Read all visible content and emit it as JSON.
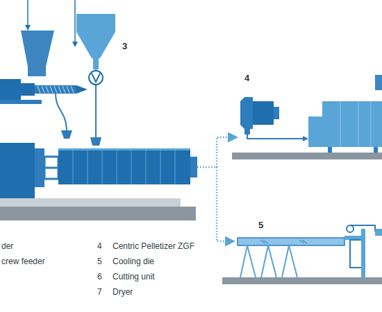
{
  "diagram": {
    "labels": [
      "der",
      "crew feeder",
      "4",
      "Centric Pelletizer ZGF",
      "5",
      "Cooling die",
      "6",
      "Cutting unit",
      "7",
      "Dryer",
      "3",
      "4",
      "5"
    ]
  }
}
